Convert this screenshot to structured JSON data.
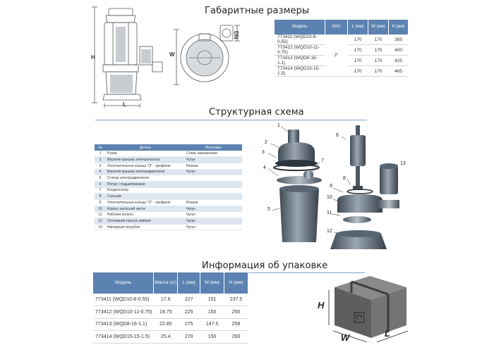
{
  "sections": {
    "dimensions_title": "Габаритные размеры",
    "scheme_title": "Структурная схема",
    "packaging_title": "Информация об упаковке"
  },
  "drawing_labels": {
    "h": "H",
    "l": "L",
    "w": "W",
    "dn": "DN"
  },
  "dimensions_table": {
    "headers": [
      "Модель",
      "DN1",
      "L (мм)",
      "W (мм)",
      "H (мм)"
    ],
    "dn_value": "2\"",
    "rows": [
      [
        "773411 (WQD10-8-0,55)",
        "170",
        "170",
        "385"
      ],
      [
        "773412 (WQD10-11-0.75)",
        "170",
        "170",
        "400"
      ],
      [
        "773413 (WQD8-16-1.1)",
        "170",
        "170",
        "425"
      ],
      [
        "773414 (WQD15-15-1.5)",
        "170",
        "170",
        "465"
      ]
    ]
  },
  "parts_table": {
    "headers": [
      "№",
      "Деталь",
      "Материал"
    ],
    "rows": [
      [
        "1",
        "Ручка",
        "Сталь окрашенная"
      ],
      [
        "2",
        "Верхняя крышка электронасоса",
        "Чугун"
      ],
      [
        "3",
        "Уплотнительное кольцо \"О\" - профиля",
        "Резина"
      ],
      [
        "4",
        "Верхняя крышка электродвигателя",
        "Чугун"
      ],
      [
        "5",
        "Статор электродвигателя",
        ""
      ],
      [
        "6",
        "Ротор с подшипниками",
        ""
      ],
      [
        "7",
        "Конденсатор",
        ""
      ],
      [
        "8",
        "Сальник",
        ""
      ],
      [
        "9",
        "Уплотнительное кольцо \"О\" - профиля",
        "Резина"
      ],
      [
        "10",
        "Корпус насосной части",
        "Чугун"
      ],
      [
        "11",
        "Рабочее колесо",
        "Чугун"
      ],
      [
        "12",
        "Основание насоса нижнее",
        "Чугун"
      ],
      [
        "13",
        "Напорный патрубок",
        "Чугун"
      ]
    ]
  },
  "callouts": [
    "1",
    "2",
    "3",
    "4",
    "5",
    "6",
    "7",
    "8",
    "9",
    "10",
    "11",
    "12",
    "13"
  ],
  "packaging_table": {
    "headers": [
      "Модель",
      "Масса (кг)",
      "L (мм)",
      "W (мм)",
      "H (мм)"
    ],
    "rows": [
      [
        "773411 (WQD10-8-0.55)",
        "17.6",
        "227",
        "151",
        "237.5"
      ],
      [
        "773412 (WQD10-11-0.75)",
        "19.75",
        "225",
        "150",
        "250"
      ],
      [
        "773413 (WQD8-16-1.1)",
        "22.85",
        "275",
        "147.5",
        "258"
      ],
      [
        "773414 (WQD15-15-1.5)",
        "25.4",
        "270",
        "150",
        "260"
      ]
    ]
  },
  "box_labels": {
    "h": "H",
    "w": "W",
    "l": "L"
  },
  "colors": {
    "header_blue": "#5b82b0",
    "stripe": "#dde6f0",
    "rule": "#7da3c9",
    "box_gray": "#6e6e6e"
  }
}
